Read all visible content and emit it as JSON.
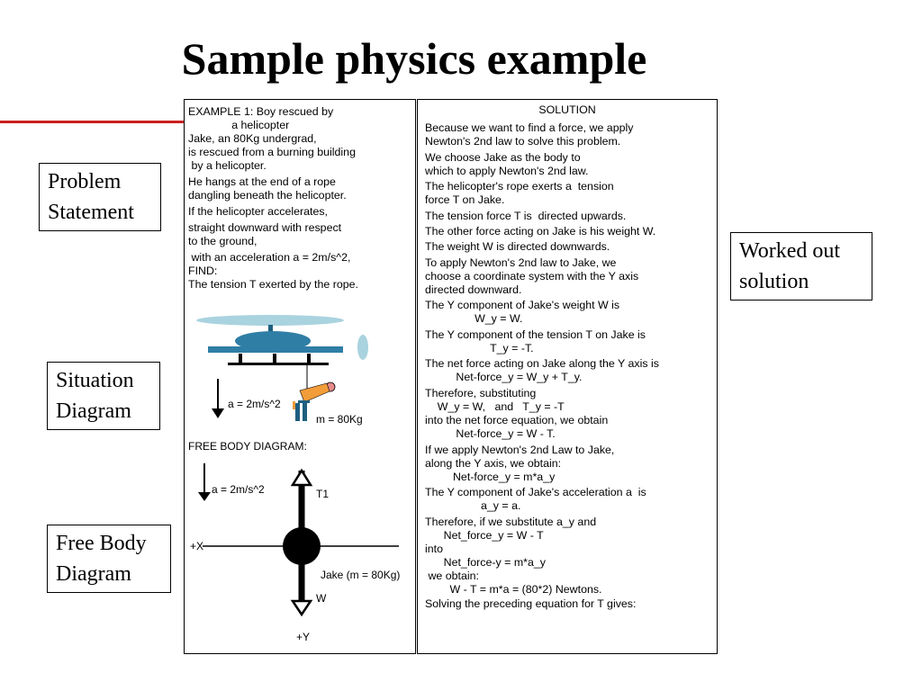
{
  "slide": {
    "title": "Sample physics example",
    "accent_color": "#cc1f1f"
  },
  "callouts": {
    "problem": [
      "Problem",
      "Statement"
    ],
    "situation": [
      "Situation",
      "Diagram"
    ],
    "free_body": [
      "Free Body",
      "Diagram"
    ],
    "worked": [
      "Worked out",
      "solution"
    ]
  },
  "problem_statement": [
    "EXAMPLE 1: Boy rescued by",
    "              a helicopter",
    "Jake, an 80Kg undergrad,",
    "is rescued from a burning building",
    " by a helicopter.",
    "He hangs at the end of a rope",
    "dangling beneath the helicopter.",
    "If the helicopter accelerates,",
    "straight downward with respect",
    "to the ground,",
    " with an acceleration a = 2m/s^2,",
    "FIND:",
    "The tension T exerted by the rope."
  ],
  "situation_diagram": {
    "accel_label": "a = 2m/s^2",
    "mass_label": "m = 80Kg",
    "helicopter_icon": "helicopter-icon",
    "person_icon": "hanging-person-icon"
  },
  "free_body_diagram": {
    "title": "FREE BODY DIAGRAM:",
    "accel_label": "a = 2m/s^2",
    "tension_label": "T1",
    "plus_x_label": "+X",
    "body_label": "Jake (m = 80Kg)",
    "weight_label": "W",
    "plus_y_label": "+Y"
  },
  "solution": {
    "title": "SOLUTION",
    "lines": [
      "Because we want to find a force, we apply",
      "Newton's 2nd law to solve this problem.",
      "We choose Jake as the body to",
      "which to apply Newton's 2nd law.",
      "The helicopter's rope exerts a  tension",
      "force T on Jake.",
      "The tension force T is  directed upwards.",
      "The other force acting on Jake is his weight W.",
      "The weight W is directed downwards.",
      "To apply Newton's 2nd law to Jake, we",
      "choose a coordinate system with the Y axis",
      "directed downward.",
      "The Y component of Jake's weight W is",
      "                W_y = W.",
      "The Y component of the tension T on Jake is",
      "                     T_y = -T.",
      "The net force acting on Jake along the Y axis is",
      "          Net-force_y = W_y + T_y.",
      "Therefore, substituting",
      "    W_y = W,   and   T_y = -T",
      "into the net force equation, we obtain",
      "          Net-force_y = W - T.",
      "If we apply Newton's 2nd Law to Jake,",
      "along the Y axis, we obtain:",
      "         Net-force_y = m*a_y",
      "The Y component of Jake's acceleration a  is",
      "                  a_y = a.",
      "Therefore, if we substitute a_y and",
      "      Net_force_y = W - T",
      "into",
      "      Net_force-y = m*a_y",
      " we obtain:",
      "        W - T = m*a = (80*2) Newtons.",
      "Solving the preceding equation for T gives:"
    ]
  }
}
